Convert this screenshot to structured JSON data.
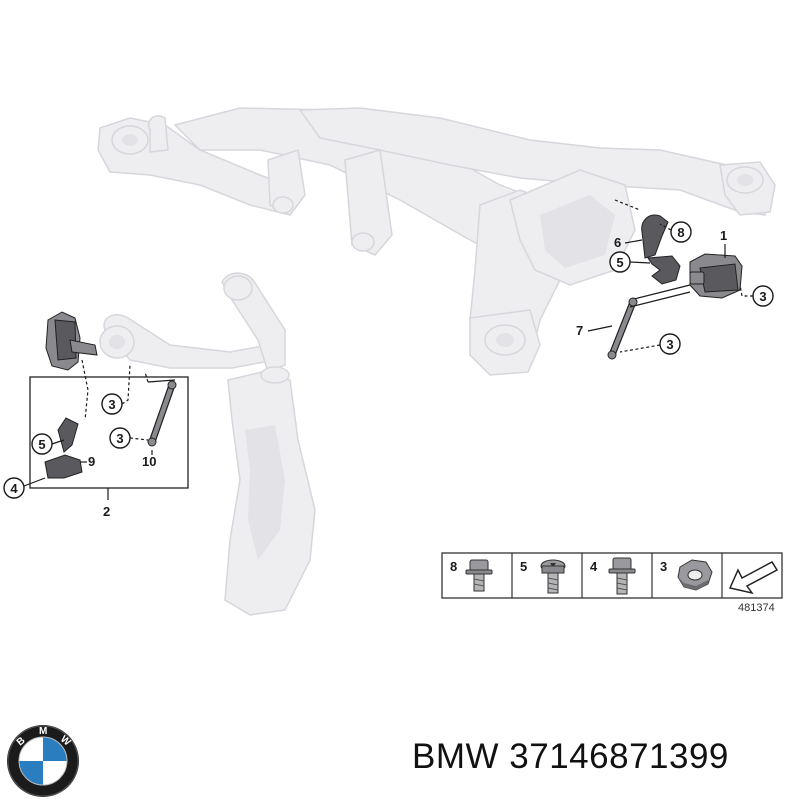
{
  "diagram": {
    "callouts": {
      "c1": "1",
      "c2": "2",
      "c3a": "3",
      "c3b": "3",
      "c3c": "3",
      "c3d": "3",
      "c4": "4",
      "c5a": "5",
      "c5b": "5",
      "c6": "6",
      "c7": "7",
      "c8": "8",
      "c9": "9",
      "c10": "10"
    },
    "legend": {
      "items": [
        {
          "num": "8",
          "icon": "flange-bolt-icon"
        },
        {
          "num": "5",
          "icon": "torx-screw-icon"
        },
        {
          "num": "4",
          "icon": "hex-bolt-icon"
        },
        {
          "num": "3",
          "icon": "hex-nut-icon"
        }
      ],
      "arrow_icon": "direction-arrow-icon"
    },
    "reference_number": "481374"
  },
  "caption": {
    "brand": "BMW",
    "part_number": "37146871399"
  },
  "colors": {
    "ghost_fill": "#eeeef1",
    "part_dark": "#5a5a5e",
    "bmw_blue": "#2a7ec0",
    "bmw_ring": "#1b1b1b"
  }
}
